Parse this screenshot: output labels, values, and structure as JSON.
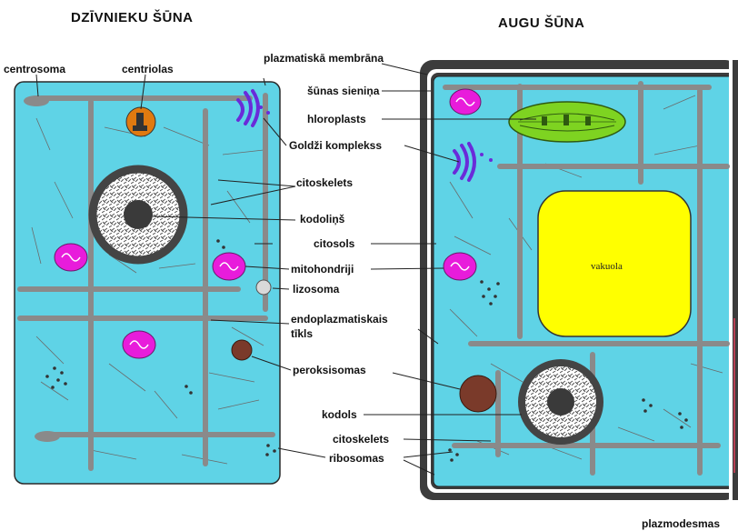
{
  "titles": {
    "animal": "DZĪVNIEKU ŠŪNA",
    "plant": "AUGU ŠŪNA"
  },
  "labels": {
    "centrosoma": "centrosoma",
    "centriolas": "centriolas",
    "plazmatiska_membrana": "plazmatiskā membrāna",
    "sunas_sienina": "šūnas sieniņa",
    "hloroplasts": "hloroplasts",
    "goldzi": "Goldži komplekss",
    "citoskelets_top": "citoskelets",
    "kodolins": "kodoliņš",
    "citosols": "citosols",
    "mitohondriji": "mitohondriji",
    "lizosoma": "lizosoma",
    "endoplazmatiskais_1": "endoplazmatiskais",
    "endoplazmatiskais_2": "tīkls",
    "peroksisomas": "peroksisomas",
    "kodols": "kodols",
    "citoskelets_bottom": "citoskelets",
    "ribosomas": "ribosomas",
    "vakuola": "vakuola",
    "plazmodesmas": "plazmodesmas"
  },
  "colors": {
    "cytosol": "#5fd3e6",
    "mitochondria": "#e81cdb",
    "chloroplast": "#7ed321",
    "vacuole": "#ffff00",
    "golgi": "#6a2bd9",
    "centriole": "#e07a10",
    "peroxisome": "#7a3a2a",
    "lysosome": "#d9d9d9",
    "nucleus": "#3a3a3a",
    "cell_wall": "#3c3c3c",
    "cytoskeleton": "#8a8a8a"
  }
}
